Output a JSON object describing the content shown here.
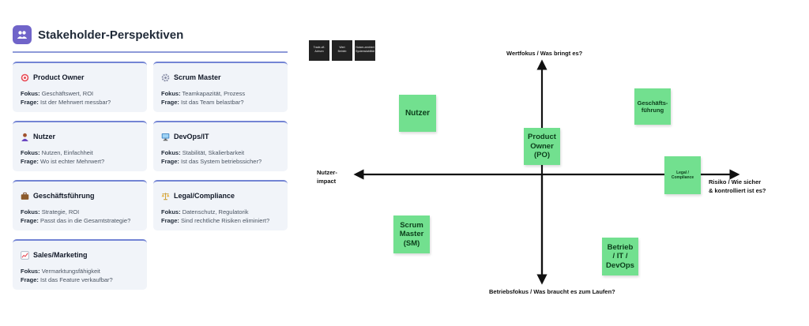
{
  "panel": {
    "title": "Stakeholder-Perspektiven",
    "icon": "people-icon",
    "accent": "#7064c9",
    "fokus_label": "Fokus:",
    "frage_label": "Frage:",
    "cards": [
      {
        "icon": "target-icon",
        "title": "Product Owner",
        "fokus": "Geschäftswert, ROI",
        "frage": "Ist der Mehrwert messbar?"
      },
      {
        "icon": "gear-icon",
        "title": "Scrum Master",
        "fokus": "Teamkapazität, Prozess",
        "frage": "Ist das Team belastbar?"
      },
      {
        "icon": "person-icon",
        "title": "Nutzer",
        "fokus": "Nutzen, Einfachheit",
        "frage": "Wo ist echter Mehrwert?"
      },
      {
        "icon": "monitor-icon",
        "title": "DevOps/IT",
        "fokus": "Stabilität, Skalierbarkeit",
        "frage": "Ist das System betriebssicher?"
      },
      {
        "icon": "briefcase-icon",
        "title": "Geschäftsführung",
        "fokus": "Strategie, ROI",
        "frage": "Passt das in die Gesamtstrategie?"
      },
      {
        "icon": "scales-icon",
        "title": "Legal/Compliance",
        "fokus": "Datenschutz, Regulatorik",
        "frage": "Sind rechtliche Risiken eliminiert?"
      },
      {
        "icon": "chart-icon",
        "title": "Sales/Marketing",
        "fokus": "Vermarktungsfähigkeit",
        "frage": "Ist das Feature verkaufbar?"
      }
    ]
  },
  "matrix": {
    "thumbnails": [
      {
        "line1": "Trade-off-",
        "line2": "Achsen"
      },
      {
        "line1": "Wert",
        "line2": "Betrieb"
      },
      {
        "line1": "Nutzer-zentriert",
        "line2": "Systemstabilität"
      }
    ],
    "axis_top": "Wertfokus / Was bringt es?",
    "axis_bottom": "Betriebsfokus / Was braucht es zum Laufen?",
    "axis_left_1": "Nutzer-",
    "axis_left_2": "impact",
    "axis_right_1": "Risiko / Wie sicher",
    "axis_right_2": "& kontrolliert ist es?",
    "sticky_color": "#72e08f",
    "stickies": {
      "nutzer": "Nutzer",
      "geschaeft_1": "Geschäfts-",
      "geschaeft_2": "führung",
      "po_1": "Product",
      "po_2": "Owner",
      "po_3": "(PO)",
      "legal_1": "Legal /",
      "legal_2": "Compliance",
      "sm_1": "Scrum",
      "sm_2": "Master",
      "sm_3": "(SM)",
      "betrieb_1": "Betrieb",
      "betrieb_2": "/ IT /",
      "betrieb_3": "DevOps"
    }
  }
}
